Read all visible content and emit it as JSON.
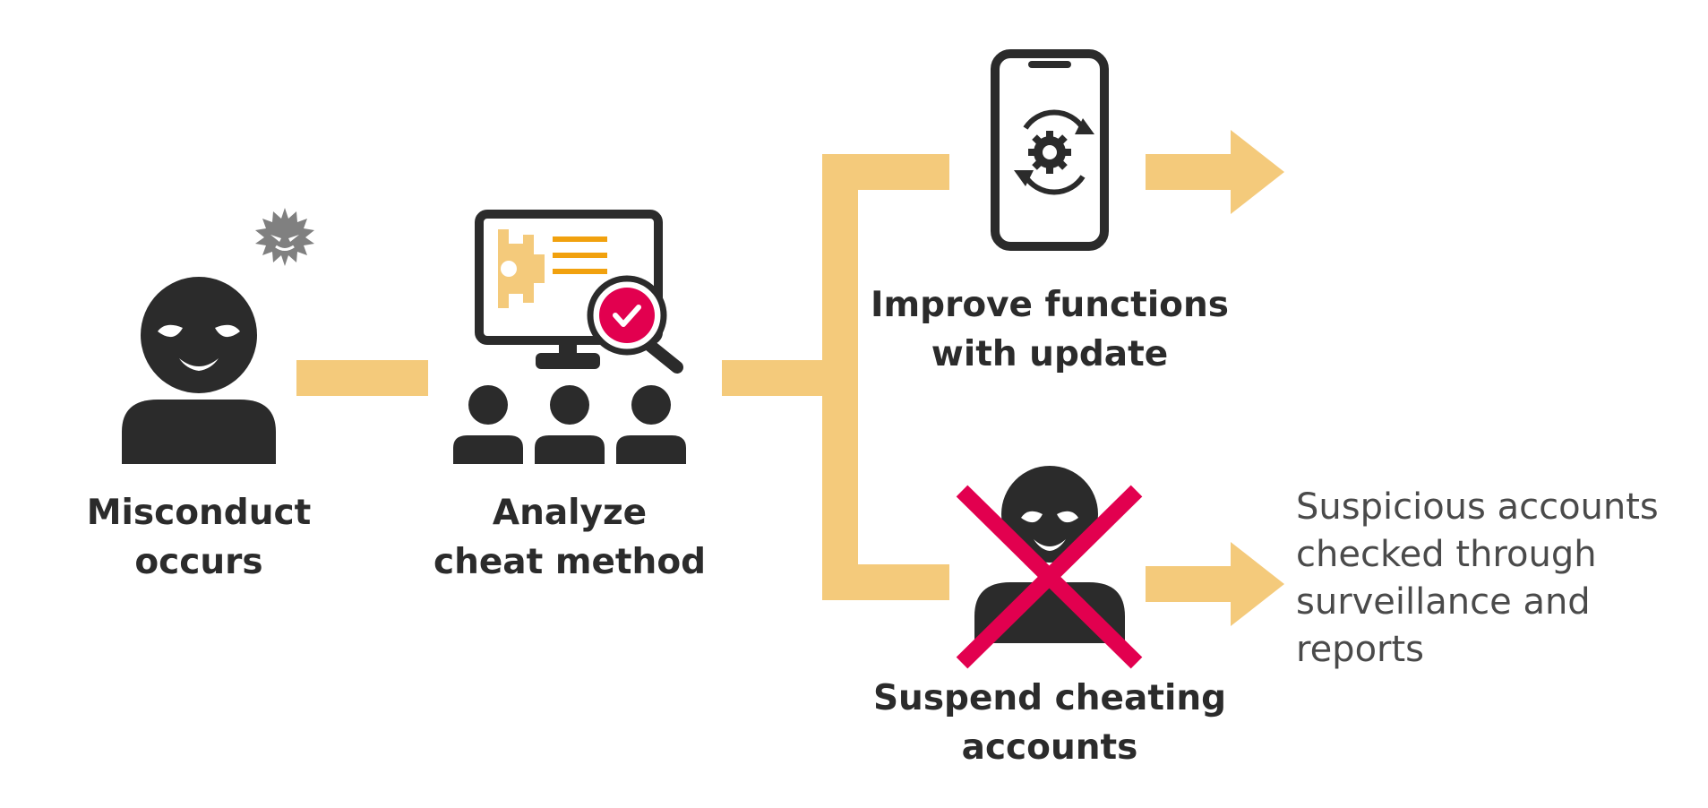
{
  "steps": {
    "misconduct": {
      "line1": "Misconduct",
      "line2": "occurs",
      "icon": "hacker-icon",
      "badge_icon": "virus-icon"
    },
    "analyze": {
      "line1": "Analyze",
      "line2": "cheat method",
      "icon": "monitor-analysis-icon",
      "team_icon": "team-icon"
    },
    "improve": {
      "line1": "Improve functions",
      "line2": "with update",
      "icon": "smartphone-update-icon"
    },
    "suspend": {
      "line1": "Suspend cheating",
      "line2": "accounts",
      "icon": "hacker-crossed-icon"
    }
  },
  "note": {
    "lines": [
      "Suspicious accounts",
      "checked through",
      "surveillance and",
      "reports"
    ]
  },
  "colors": {
    "connector": "#f4ca7b",
    "icon_dark": "#2b2b2b",
    "virus": "#808080",
    "accent_pink": "#e2004f",
    "accent_orange": "#f1a10e",
    "gear_light": "#f4ca7b"
  }
}
